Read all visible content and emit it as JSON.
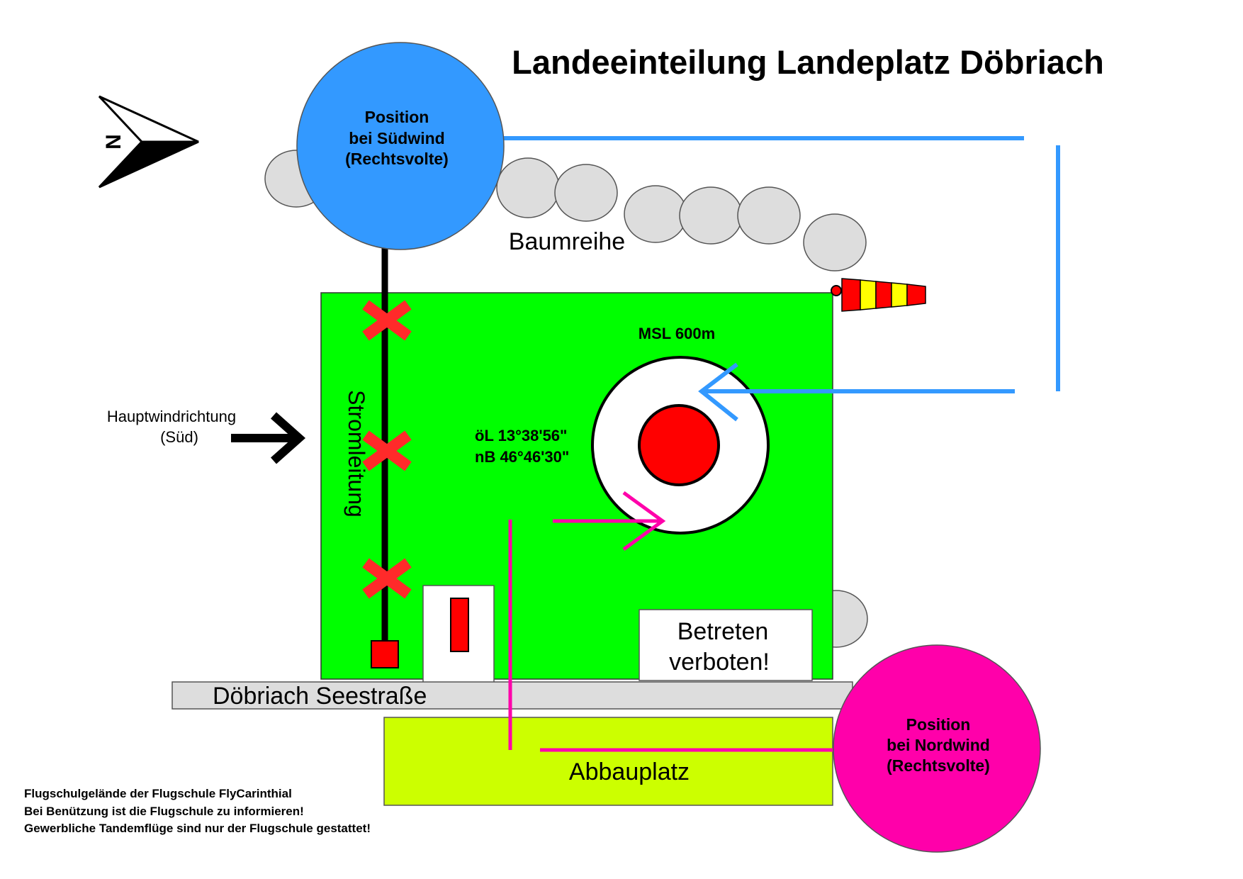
{
  "title": "Landeeinteilung Landeplatz Döbriach",
  "compass": {
    "letter": "N"
  },
  "wind": {
    "line1": "Hauptwindrichtung",
    "line2": "(Süd)"
  },
  "south_position": {
    "line1": "Position",
    "line2": "bei Südwind",
    "line3": "(Rechtsvolte)"
  },
  "north_position": {
    "line1": "Position",
    "line2": "bei Nordwind",
    "line3": "(Rechtsvolte)"
  },
  "labels": {
    "trees": "Baumreihe",
    "powerline": "Stromleitung",
    "elevation": "MSL 600m",
    "coord_lon": "öL 13°38'56\"",
    "coord_lat": "nB 46°46'30\"",
    "no_entry_line1": "Betreten",
    "no_entry_line2": "verboten!",
    "road": "Döbriach Seestraße",
    "packing_area": "Abbauplatz"
  },
  "footer": {
    "line1": "Flugschulgelände der Flugschule FlyCarinthial",
    "line2": "Bei Benützung ist die Flugschule zu informieren!",
    "line3": "Gewerbliche Tandemflüge sind nur der Flugschule gestattet!"
  },
  "colors": {
    "field": "#00ff00",
    "south_circle": "#3399ff",
    "north_circle": "#ff00aa",
    "target": "#ff0000",
    "marker": "#ff2a2a",
    "packing": "#ccff00",
    "road": "#dddddd",
    "trees": "#dddddd",
    "windsock_red": "#ff0000",
    "windsock_yellow": "#ffff00"
  }
}
